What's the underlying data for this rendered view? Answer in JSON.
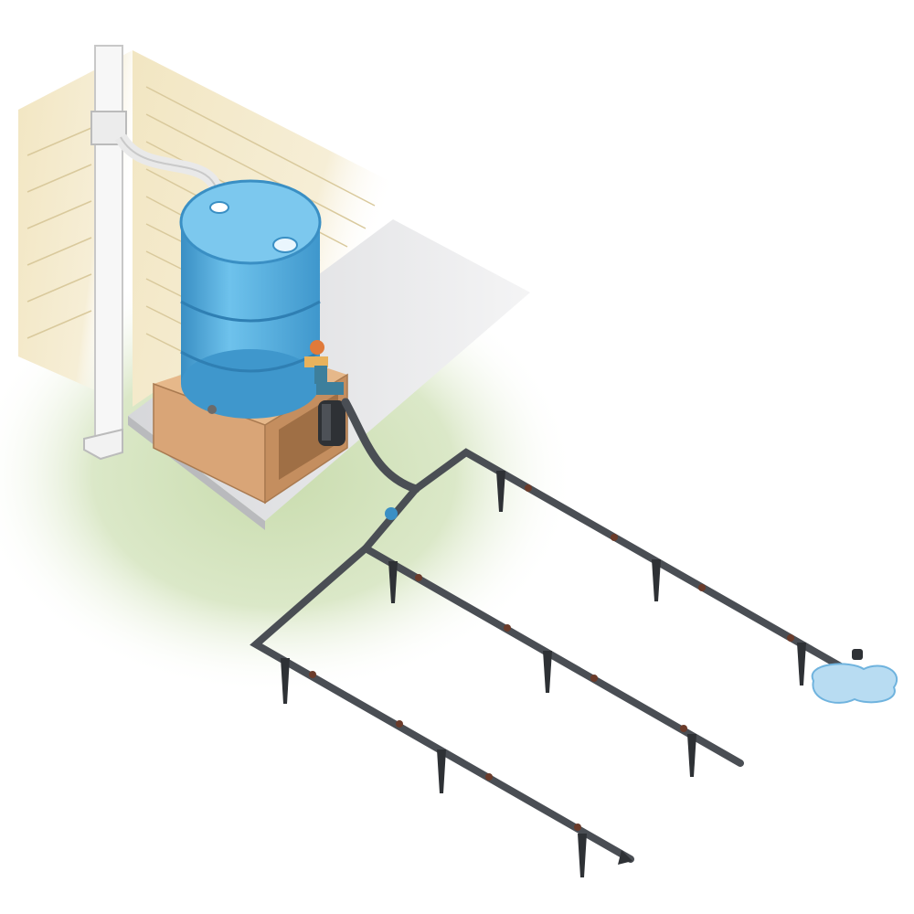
{
  "illustration": {
    "subject": "rain-barrel-drip-irrigation",
    "colors": {
      "background": "#ffffff",
      "ground": "#c9dcae",
      "siding": "#f2e6c2",
      "concrete": "#dcdde0",
      "barrel": "#5db4e3",
      "barrel_dark": "#3a8fc4",
      "stand": "#d9a577",
      "pipe": "#4a4e54",
      "downspout": "#f7f7f7",
      "spigot": "#e07a3a",
      "water": "#b8dcf2"
    },
    "icons": [
      "downspout",
      "rain-barrel",
      "spigot",
      "filter",
      "drip-line",
      "stake",
      "puddle"
    ]
  }
}
